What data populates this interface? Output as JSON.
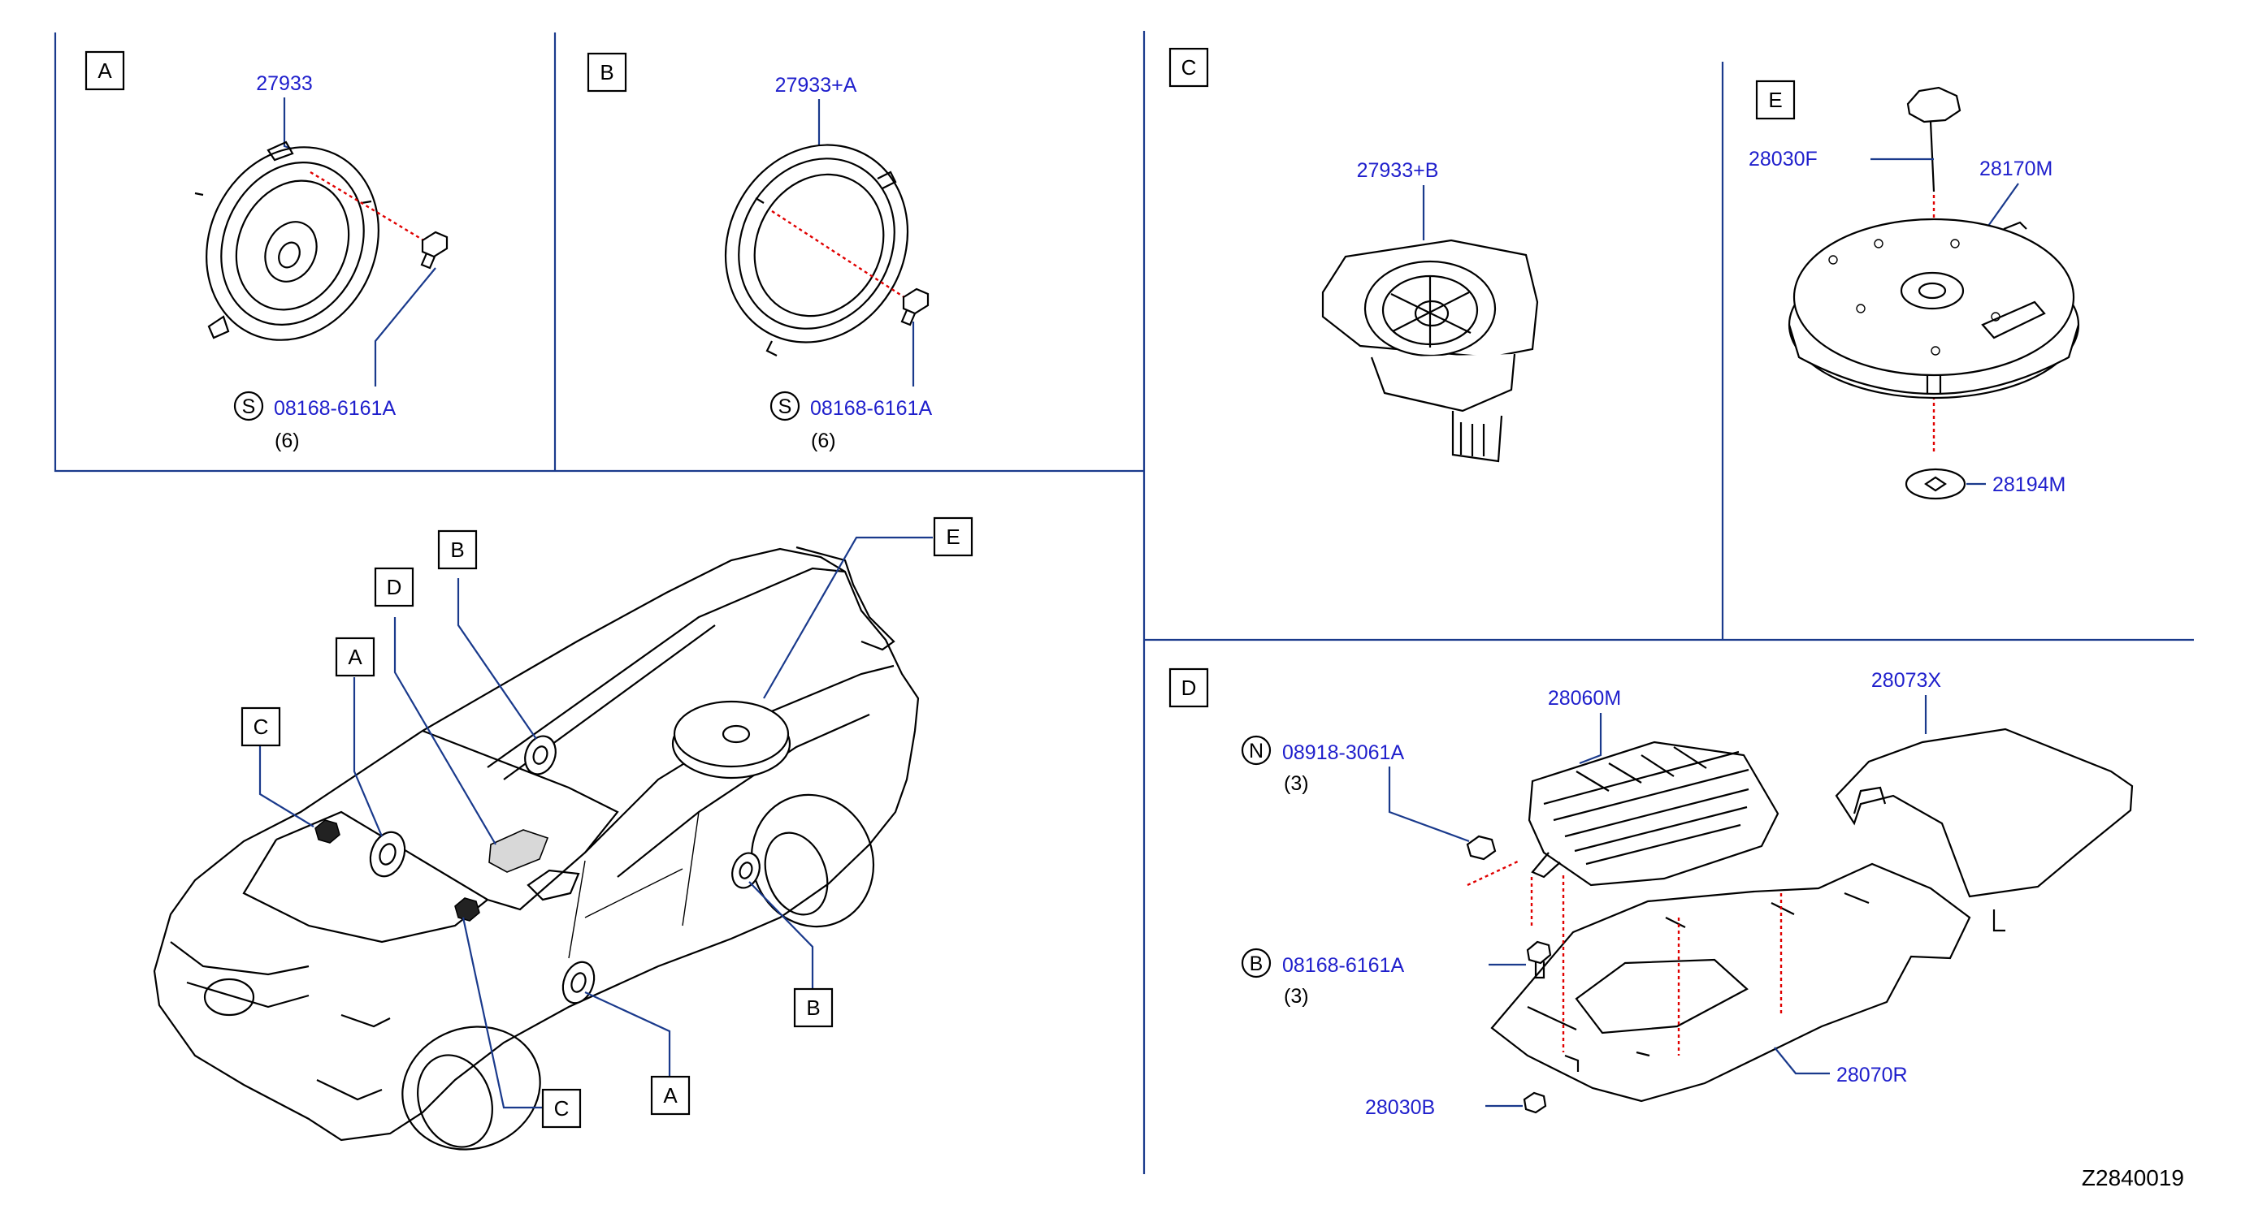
{
  "diagram_code": "Z2840019",
  "sections": {
    "A": {
      "label": "A",
      "part": "27933",
      "screw_prefix": "S",
      "screw": "08168-6161A",
      "screw_qty": "(6)"
    },
    "B": {
      "label": "B",
      "part": "27933+A",
      "screw_prefix": "S",
      "screw": "08168-6161A",
      "screw_qty": "(6)"
    },
    "C": {
      "label": "C",
      "part": "27933+B"
    },
    "E": {
      "label": "E",
      "pin": "28030F",
      "woofer": "28170M",
      "washer": "28194M"
    },
    "D": {
      "label": "D",
      "amplifier": "28060M",
      "cover": "28073X",
      "nut_prefix": "N",
      "nut": "08918-3061A",
      "nut_qty": "(3)",
      "bolt_prefix": "B",
      "bolt": "08168-6161A",
      "bolt_qty": "(3)",
      "clip": "28030B",
      "bracket": "28070R"
    }
  },
  "vehicle_callouts": {
    "b_top": "B",
    "d_top": "D",
    "a_top": "A",
    "c_top": "C",
    "e_top": "E",
    "b_bottom": "B",
    "c_bottom": "C",
    "a_bottom": "A"
  }
}
